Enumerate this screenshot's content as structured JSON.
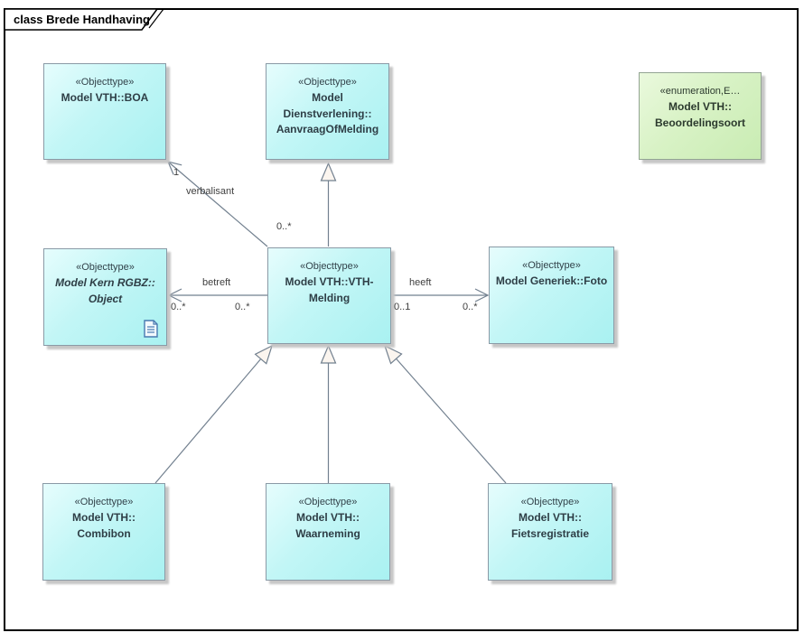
{
  "diagram": {
    "title": "class Brede Handhaving"
  },
  "nodes": {
    "boa": {
      "stereotype": "«Objecttype»",
      "name": "Model VTH::BOA"
    },
    "aanvraag": {
      "stereotype": "«Objecttype»",
      "name": "Model\nDienstverlening::\nAanvraagOfMelding"
    },
    "enum": {
      "stereotype": "«enumeration,E…",
      "name": "Model VTH::\nBeoordelingsoort"
    },
    "object": {
      "stereotype": "«Objecttype»",
      "name": "Model Kern RGBZ::\nObject"
    },
    "melding": {
      "stereotype": "«Objecttype»",
      "name": "Model VTH::VTH-\nMelding"
    },
    "foto": {
      "stereotype": "«Objecttype»",
      "name": "Model Generiek::Foto"
    },
    "combibon": {
      "stereotype": "«Objecttype»",
      "name": "Model VTH::\nCombibon"
    },
    "waarneming": {
      "stereotype": "«Objecttype»",
      "name": "Model VTH::\nWaarneming"
    },
    "fiets": {
      "stereotype": "«Objecttype»",
      "name": "Model VTH::\nFietsregistratie"
    }
  },
  "edges": {
    "verbalisant": {
      "label": "verbalisant",
      "target_multiplicity": "1",
      "source_multiplicity": "0..*"
    },
    "betreft": {
      "label": "betreft",
      "target_multiplicity": "0..*",
      "source_multiplicity": "0..*"
    },
    "heeft": {
      "label": "heeft",
      "source_multiplicity": "0..1",
      "target_multiplicity": "0..*"
    }
  },
  "colors": {
    "node_cyan": "#a9f1f1",
    "node_green": "#c9ecb3",
    "node_border": "#8a9aa6",
    "connector": "#72808f",
    "frame": "#000000",
    "text": "#2e3e46",
    "label_text": "#3f3f3f"
  }
}
